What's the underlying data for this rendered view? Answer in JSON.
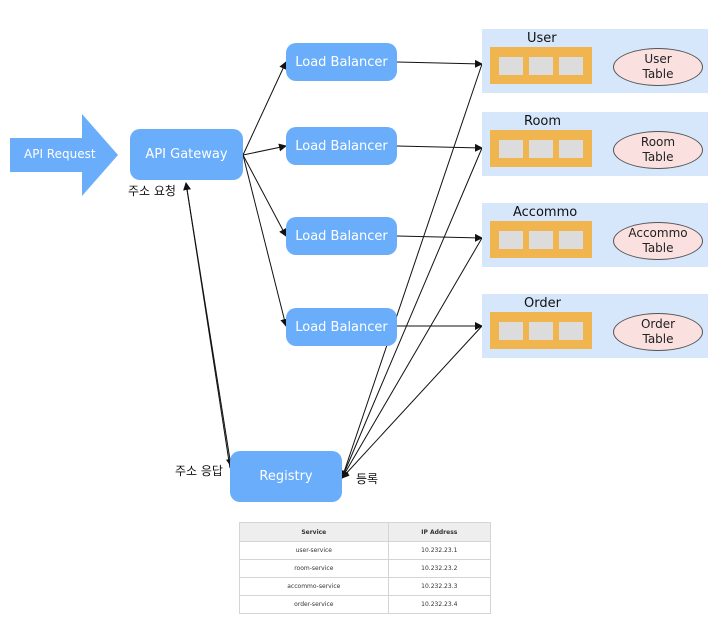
{
  "request": {
    "label": "API Request"
  },
  "gateway": {
    "label": "API Gateway",
    "note": "주소 요청"
  },
  "load_balancers": [
    {
      "label": "Load Balancer"
    },
    {
      "label": "Load Balancer"
    },
    {
      "label": "Load Balancer"
    },
    {
      "label": "Load Balancer"
    }
  ],
  "services": [
    {
      "name": "User",
      "table": "User\nTable"
    },
    {
      "name": "Room",
      "table": "Room\nTable"
    },
    {
      "name": "Accommo",
      "table": "Accommo\nTable"
    },
    {
      "name": "Order",
      "table": "Order\nTable"
    }
  ],
  "registry": {
    "label": "Registry",
    "response_note": "주소 응답",
    "register_note": "등록"
  },
  "registry_table": {
    "headers": [
      "Service",
      "IP Address"
    ],
    "rows": [
      [
        "user-service",
        "10.232.23.1"
      ],
      [
        "room-service",
        "10.232.23.2"
      ],
      [
        "accommo-service",
        "10.232.23.3"
      ],
      [
        "order-service",
        "10.232.23.4"
      ]
    ]
  }
}
